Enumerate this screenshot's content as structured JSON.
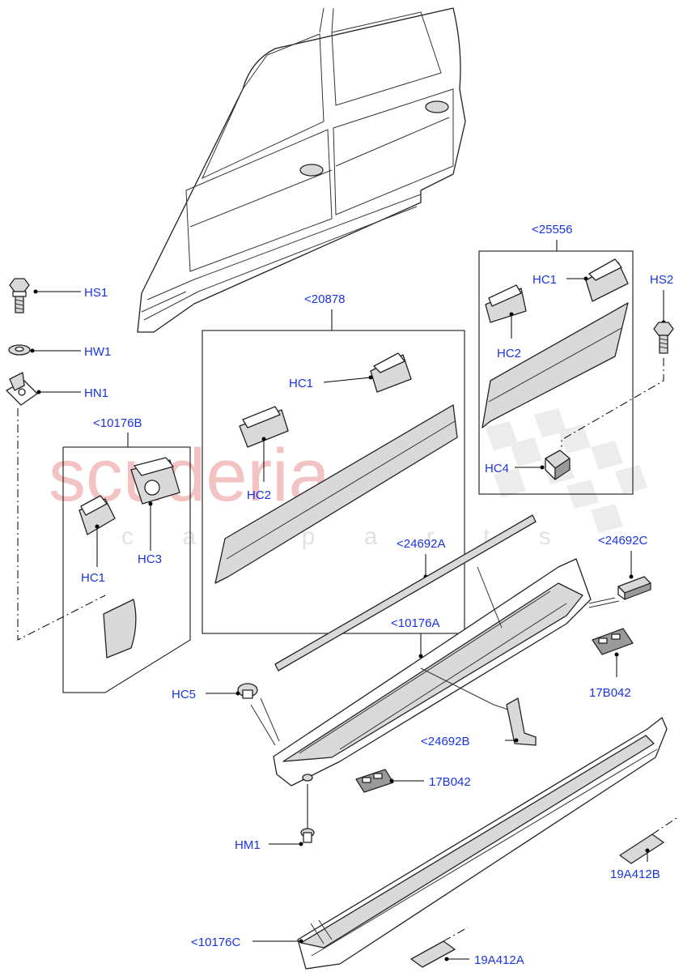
{
  "watermark": {
    "main": "scuderia",
    "sub": "c a r p a r t s",
    "color": "#f0b4b4"
  },
  "label_color": "#1a33e0",
  "labels": {
    "hs1": "HS1",
    "hw1": "HW1",
    "hn1": "HN1",
    "g10176b": "<10176B",
    "hc1_left": "HC1",
    "hc3_left": "HC3",
    "g20878": "<20878",
    "hc1_mid": "HC1",
    "hc2_mid": "HC2",
    "g25556": "<25556",
    "hc1_right": "HC1",
    "hc2_right": "HC2",
    "hc4": "HC4",
    "hs2": "HS2",
    "g24692a": "<24692A",
    "g24692c": "<24692C",
    "g10176a": "<10176A",
    "b17b042_right": "17B042",
    "hc5": "HC5",
    "g24692b": "<24692B",
    "b17b042_mid": "17B042",
    "hm1": "HM1",
    "a19a412b": "19A412B",
    "g10176c": "<10176C",
    "a19a412a": "19A412A"
  }
}
